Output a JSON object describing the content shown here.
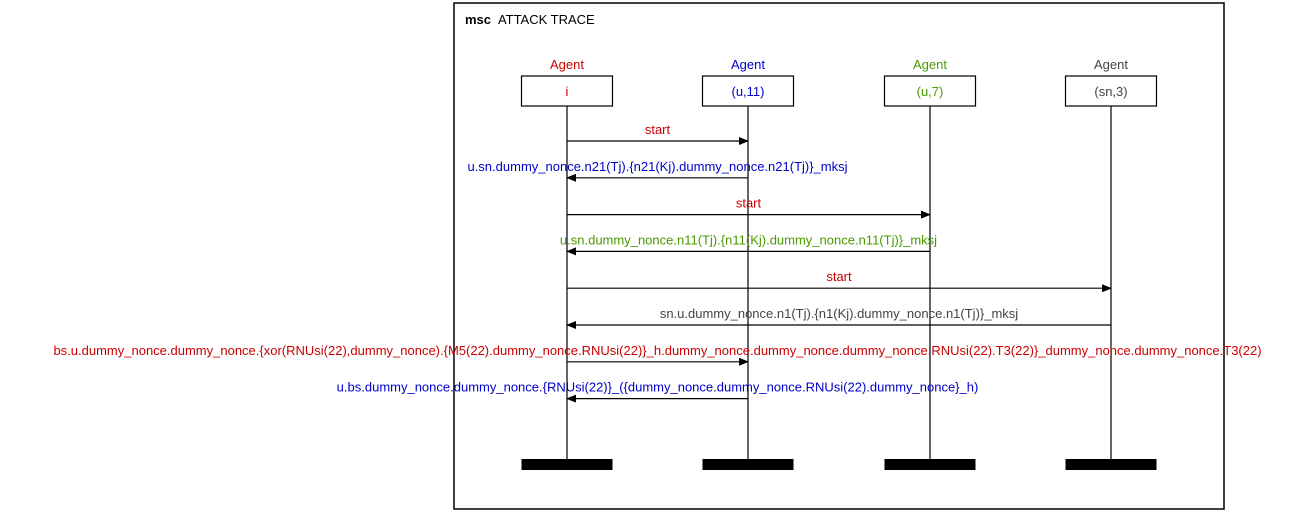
{
  "diagram": {
    "title_keyword": "msc",
    "title": "ATTACK TRACE",
    "agents": [
      {
        "role": "Agent",
        "name": "i",
        "color": "#cc0000"
      },
      {
        "role": "Agent",
        "name": "(u,11)",
        "color": "#0000cc"
      },
      {
        "role": "Agent",
        "name": "(u,7)",
        "color": "#4a9a00"
      },
      {
        "role": "Agent",
        "name": "(sn,3)",
        "color": "#444444"
      }
    ],
    "messages": [
      {
        "from": 0,
        "to": 1,
        "label": "start",
        "color": "#cc0000"
      },
      {
        "from": 1,
        "to": 0,
        "label": "u.sn.dummy_nonce.n21(Tj).{n21(Kj).dummy_nonce.n21(Tj)}_mksj",
        "color": "#0000cc"
      },
      {
        "from": 0,
        "to": 2,
        "label": "start",
        "color": "#cc0000"
      },
      {
        "from": 2,
        "to": 0,
        "label": "u.sn.dummy_nonce.n11(Tj).{n11(Kj).dummy_nonce.n11(Tj)}_mksj",
        "color": "#4a9a00"
      },
      {
        "from": 0,
        "to": 3,
        "label": "start",
        "color": "#cc0000"
      },
      {
        "from": 3,
        "to": 0,
        "label": "sn.u.dummy_nonce.n1(Tj).{n1(Kj).dummy_nonce.n1(Tj)}_mksj",
        "color": "#444444"
      },
      {
        "from": 0,
        "to": 1,
        "label": "bs.u.dummy_nonce.dummy_nonce.{xor(RNUsi(22),dummy_nonce).{M5(22).dummy_nonce.RNUsi(22)}_h.dummy_nonce.dummy_nonce.dummy_nonce.RNUsi(22).T3(22)}_dummy_nonce.dummy_nonce.T3(22)",
        "color": "#cc0000"
      },
      {
        "from": 1,
        "to": 0,
        "label": "u.bs.dummy_nonce.dummy_nonce.{RNUsi(22)}_({dummy_nonce.dummy_nonce.RNUsi(22).dummy_nonce}_h)",
        "color": "#0000cc"
      }
    ]
  }
}
